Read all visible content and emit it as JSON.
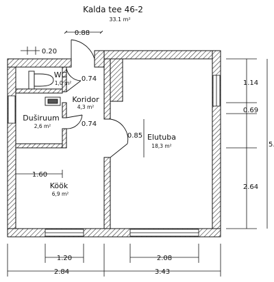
{
  "title": "Kalda tee 46-2",
  "total_area": "33.1 m²",
  "rooms": [
    {
      "name": "WC",
      "area": "1,0 m²"
    },
    {
      "name": "Koridor",
      "area": "4,3 m²"
    },
    {
      "name": "Duširuum",
      "area": "2,6 m²"
    },
    {
      "name": "Elutuba",
      "area": "18,3 m²"
    },
    {
      "name": "Köök",
      "area": "6,9 m²"
    }
  ],
  "dimensions": {
    "door_top": "0.88",
    "wall_thickness": "0.20",
    "wc_door": "0.74",
    "koridor_door": "0.74",
    "elutuba_door": "0.85",
    "kook_width": "1.60",
    "right_upper": "1.14",
    "right_middle": "0.69",
    "right_lower": "2.64",
    "right_total": "5.",
    "window_left": "1.20",
    "window_right": "2.08",
    "bottom_left": "2.84",
    "bottom_right": "3.43"
  },
  "colors": {
    "wall_hatch": "#333333",
    "line": "#111111"
  }
}
